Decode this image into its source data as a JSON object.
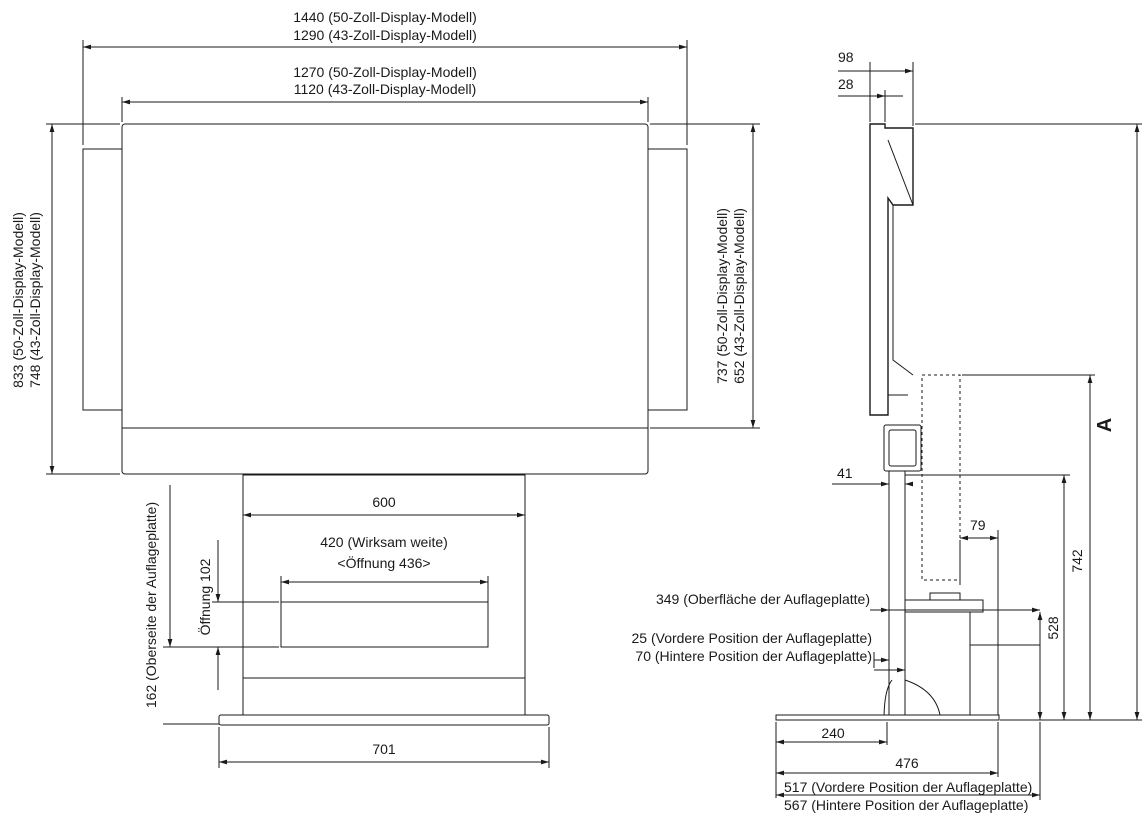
{
  "front_view": {
    "width_outer": "1440 (50-Zoll-Display-Modell)",
    "width_outer_43": "1290 (43-Zoll-Display-Modell)",
    "width_inner": "1270 (50-Zoll-Display-Modell)",
    "width_inner_43": "1120 (43-Zoll-Display-Modell)",
    "height_outer": "833 (50-Zoll-Display-Modell)",
    "height_outer_43": "748 (43-Zoll-Display-Modell)",
    "height_inner": "737 (50-Zoll-Display-Modell)",
    "height_inner_43": "652 (43-Zoll-Display-Modell)",
    "stand_width": "600",
    "opening_width": "420 (Wirksam weite)",
    "opening_width_note": "<Öffnung 436>",
    "opening_height": "Öffnung 102",
    "shelf_top_height": "162 (Oberseite der Auflageplatte)",
    "base_width": "701"
  },
  "side_view": {
    "depth_top": "98",
    "depth_panel": "28",
    "post_offset": "41",
    "bracket_depth": "79",
    "shelf_surface": "349 (Oberfläche der Auflageplatte)",
    "shelf_front_pos": "25 (Vordere Position der Auflageplatte)",
    "shelf_rear_pos": "70 (Hintere Position der Auflageplatte)",
    "height_528": "528",
    "height_742": "742",
    "height_A": "A",
    "base_240": "240",
    "base_476": "476",
    "base_front": "517 (Vordere Position der Auflageplatte)",
    "base_rear": "567 (Hintere Position der Auflageplatte)"
  }
}
